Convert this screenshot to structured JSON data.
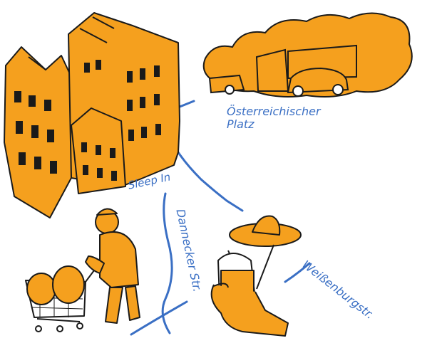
{
  "labels": {
    "sleep_in": "Sleep In",
    "platz": "Österreichischer\nPlatz",
    "weissenburg": "Weißenburgstr.",
    "dannecker": "Dannecker Str."
  },
  "colors": {
    "orange": "#f5a01e",
    "ink": "#1a1a1a",
    "street": "#3a6fc4"
  },
  "icons": [
    "building-illustration",
    "traffic-cars-illustration",
    "homeless-person-with-cart-illustration",
    "sombrero-drink-illustration"
  ]
}
